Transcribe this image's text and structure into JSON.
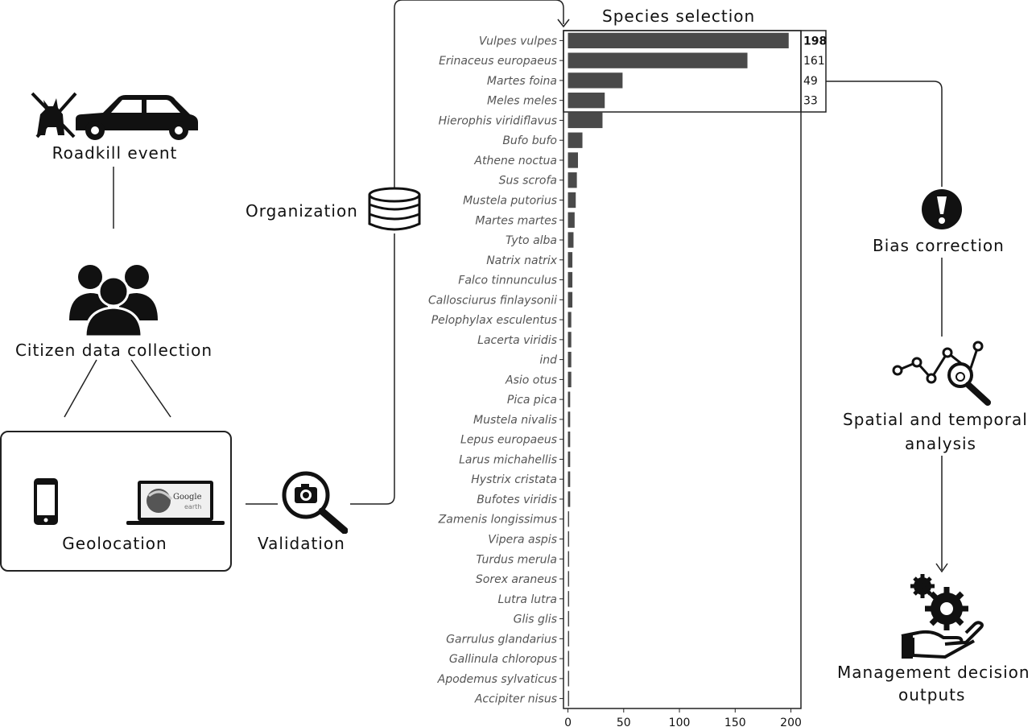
{
  "workflow": {
    "roadkill_label": "Roadkill event",
    "citizen_label": "Citizen data collection",
    "geolocation_label": "Geolocation",
    "google_earth_text": "Google",
    "google_earth_sub": "earth",
    "validation_label": "Validation",
    "organization_label": "Organization",
    "species_selection_label": "Species selection",
    "bias_label": "Bias correction",
    "spatial_label_line1": "Spatial and temporal",
    "spatial_label_line2": "analysis",
    "management_label_line1": "Management decision",
    "management_label_line2": "outputs"
  },
  "colors": {
    "bar": "#4a4a4a",
    "ink": "#111111",
    "axis": "#222222"
  },
  "chart_data": {
    "type": "bar",
    "orientation": "horizontal",
    "title": "Species selection",
    "categories": [
      "Vulpes vulpes",
      "Erinaceus europaeus",
      "Martes foina",
      "Meles meles",
      "Hierophis viridiflavus",
      "Bufo bufo",
      "Athene noctua",
      "Sus scrofa",
      "Mustela putorius",
      "Martes martes",
      "Tyto alba",
      "Natrix natrix",
      "Falco tinnunculus",
      "Callosciurus finlaysonii",
      "Pelophylax esculentus",
      "Lacerta viridis",
      "ind",
      "Asio otus",
      "Pica pica",
      "Mustela nivalis",
      "Lepus europaeus",
      "Larus michahellis",
      "Hystrix cristata",
      "Bufotes viridis",
      "Zamenis longissimus",
      "Vipera aspis",
      "Turdus merula",
      "Sorex araneus",
      "Lutra lutra",
      "Glis glis",
      "Garrulus glandarius",
      "Gallinula chloropus",
      "Apodemus sylvaticus",
      "Accipiter nisus"
    ],
    "values": [
      198,
      161,
      49,
      33,
      31,
      13,
      9,
      8,
      7,
      6,
      5,
      4,
      4,
      4,
      3,
      3,
      3,
      3,
      2,
      2,
      2,
      2,
      2,
      2,
      1,
      1,
      1,
      1,
      1,
      1,
      1,
      1,
      1,
      1
    ],
    "data_labels": [
      "198",
      "161",
      "49",
      "33"
    ],
    "xticks": [
      0,
      50,
      100,
      150,
      200
    ],
    "xlim": [
      -4,
      209
    ],
    "highlighted_top_n": 4
  }
}
